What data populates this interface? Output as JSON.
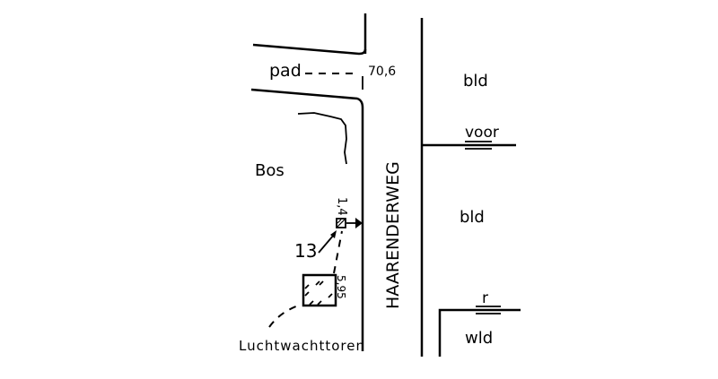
{
  "labels": {
    "pad": "pad",
    "height_pad": "70,6",
    "bld_top": "bld",
    "voor": "voor",
    "bos": "Bos",
    "road": "HAARENDERWEG",
    "distance_1": "1,4",
    "bld_mid": "bld",
    "number": "13",
    "distance_2": "5,95",
    "r": "r",
    "wld": "wld",
    "tower": "Luchtwachttoren"
  }
}
